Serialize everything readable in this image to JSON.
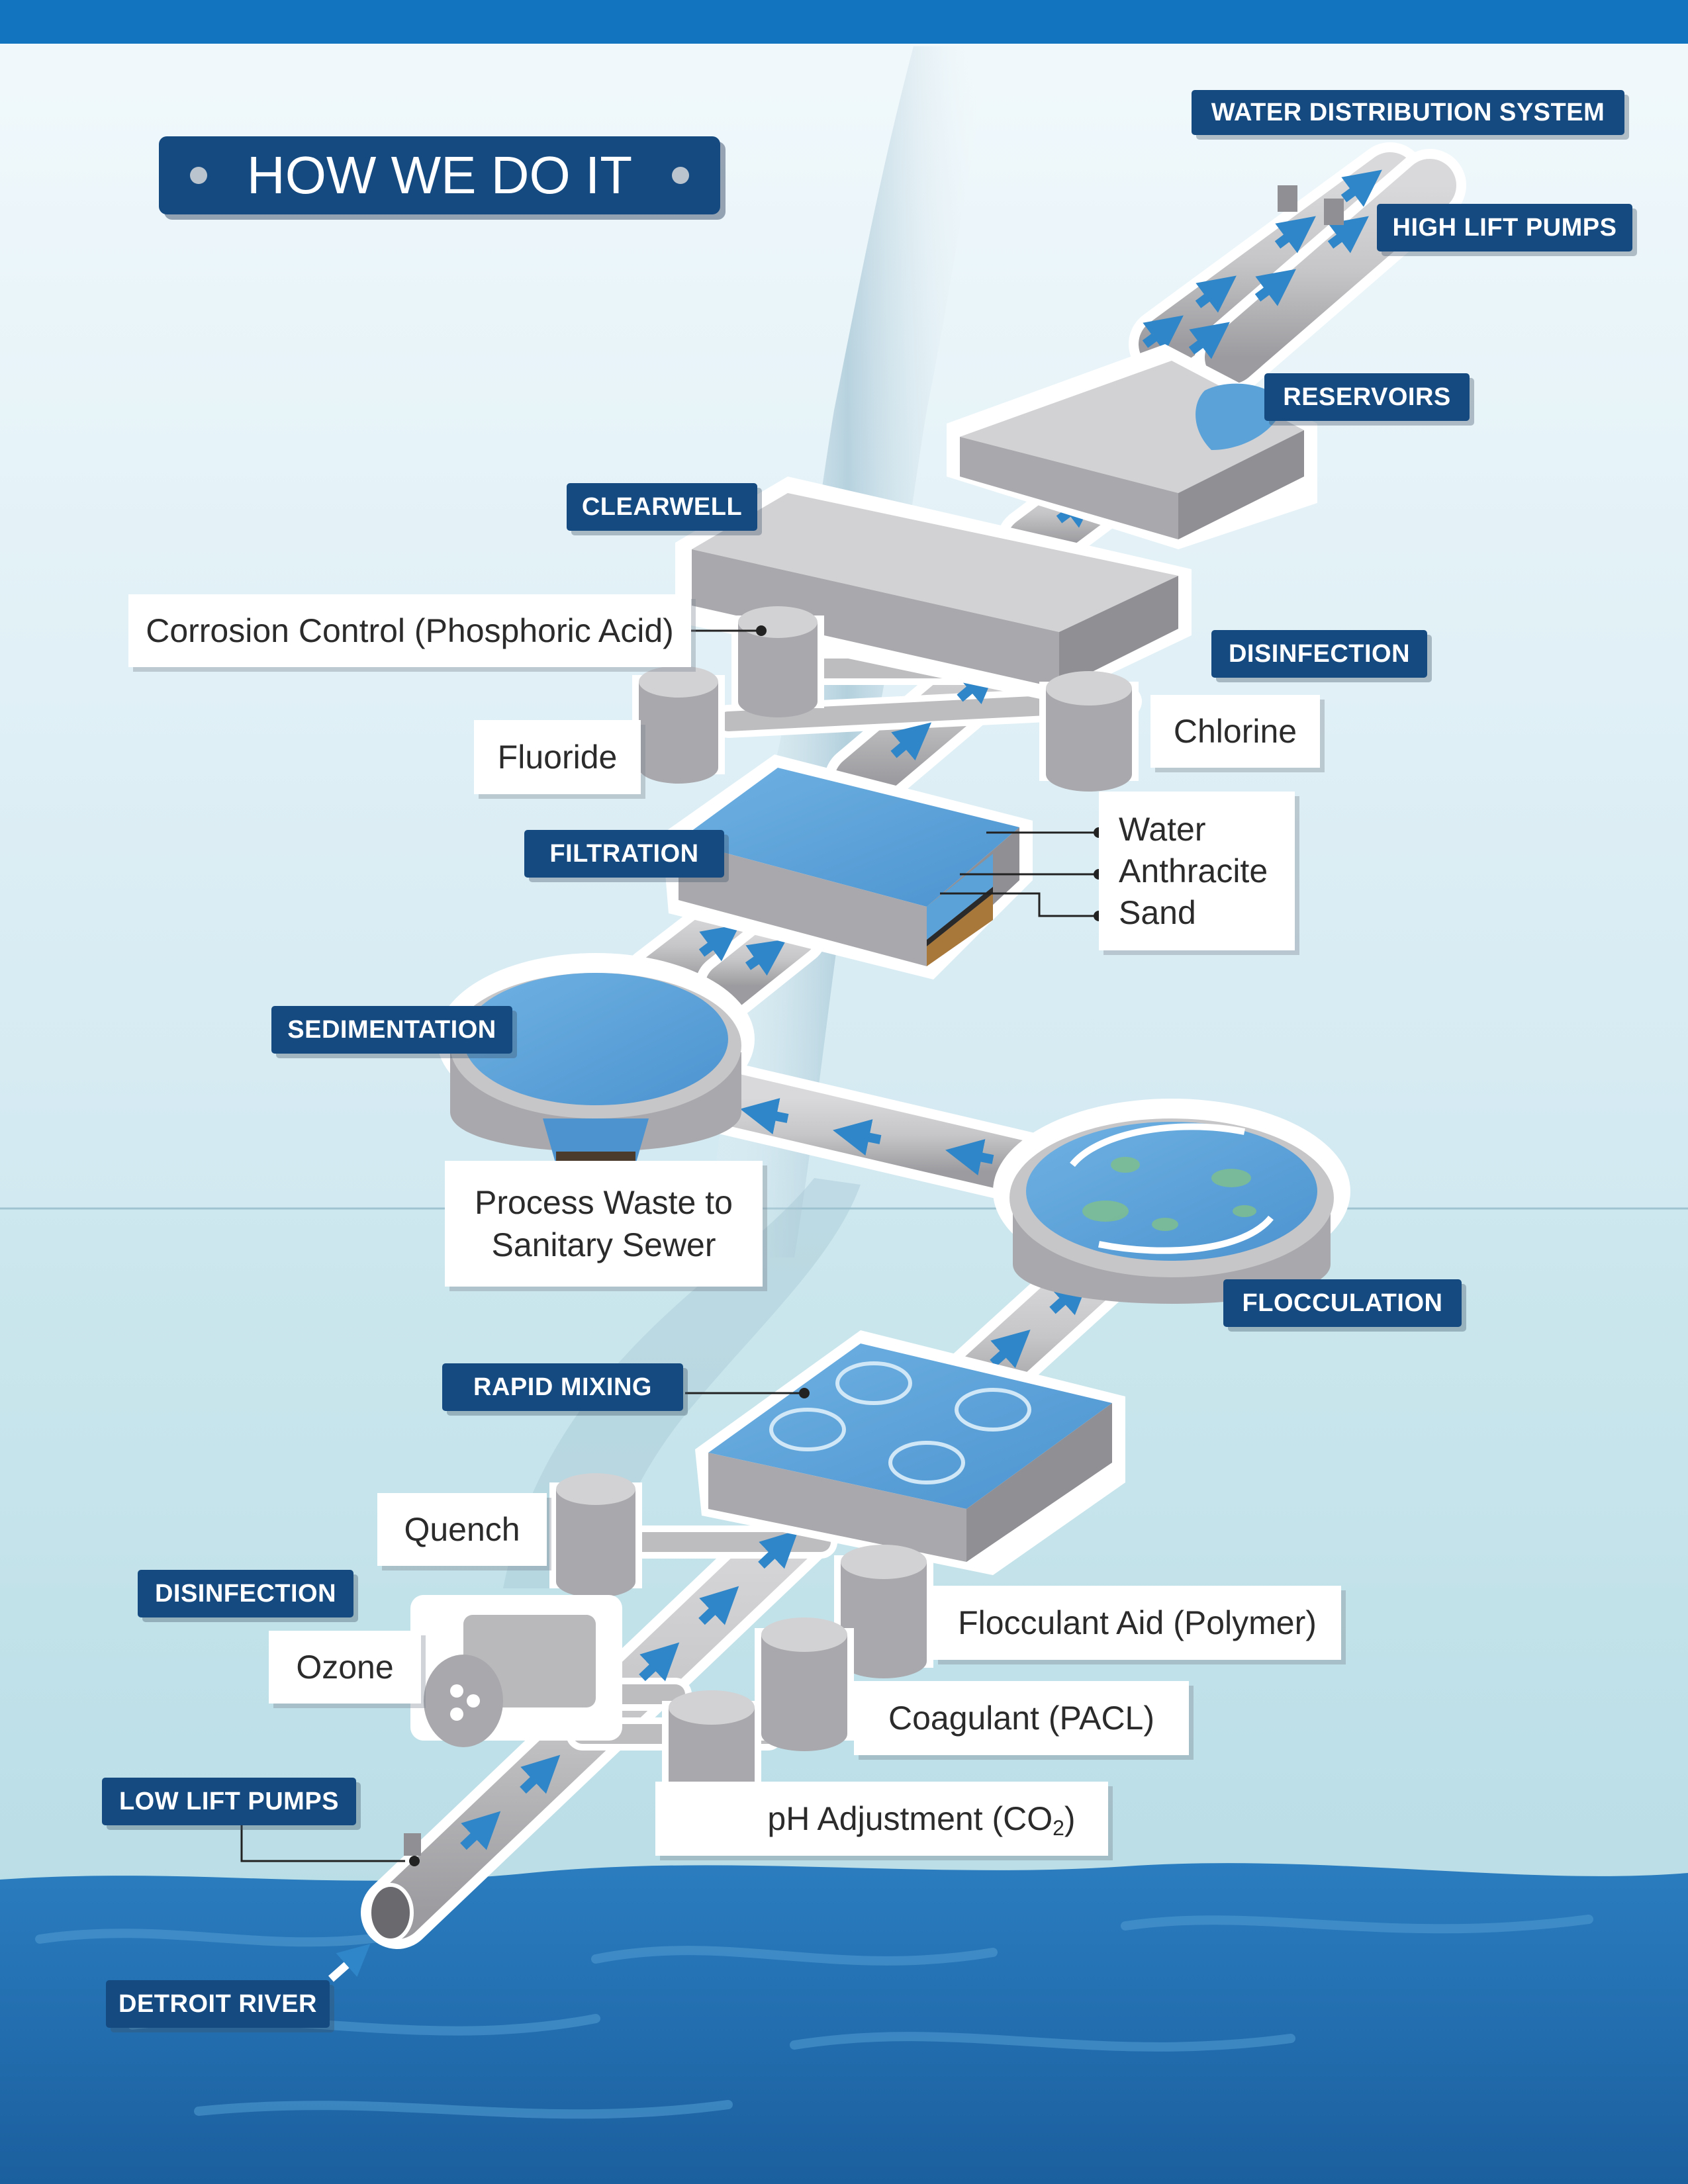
{
  "title": "HOW WE DO IT",
  "stages": {
    "water_distribution_system": "WATER DISTRIBUTION SYSTEM",
    "high_lift_pumps": "HIGH LIFT PUMPS",
    "reservoirs": "RESERVOIRS",
    "clearwell": "CLEARWELL",
    "disinfection_upper": "DISINFECTION",
    "filtration": "FILTRATION",
    "sedimentation": "SEDIMENTATION",
    "flocculation": "FLOCCULATION",
    "rapid_mixing": "RAPID MIXING",
    "disinfection_lower": "DISINFECTION",
    "low_lift_pumps": "LOW LIFT PUMPS",
    "detroit_river": "DETROIT RIVER"
  },
  "chemicals": {
    "corrosion_control": "Corrosion Control (Phosphoric Acid)",
    "fluoride": "Fluoride",
    "chlorine": "Chlorine",
    "quench": "Quench",
    "ozone": "Ozone",
    "flocculant_aid": "Flocculant Aid (Polymer)",
    "coagulant": "Coagulant (PACL)",
    "ph_adjustment": "pH Adjustment (CO",
    "ph_adjustment_sub": "2",
    "ph_adjustment_end": ")"
  },
  "filter_layers": [
    "Water",
    "Anthracite",
    "Sand"
  ],
  "process_waste": [
    "Process Waste to",
    "Sanitary Sewer"
  ],
  "colors": {
    "navy": "#154a80",
    "top_bar": "#1273be",
    "sky_top": "#eaf5fa",
    "water_light": "#cfe7ee",
    "river": "#1f6fb2",
    "concrete": "#c9c9cb",
    "tank_water": "#5aa2d8",
    "arrow": "#2f86c8"
  }
}
